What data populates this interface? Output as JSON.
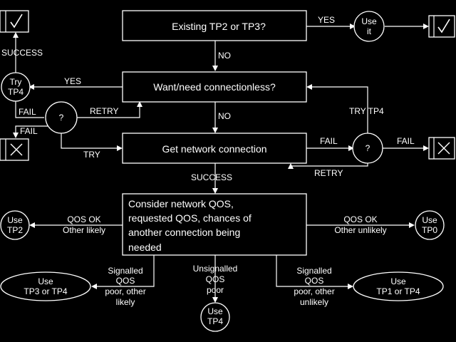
{
  "colors": {
    "background": "#000000",
    "foreground": "#ffffff"
  },
  "icons": {
    "success": "check-mark-icon",
    "failure": "x-mark-icon"
  },
  "nodes": {
    "existing_tp2_tp3": "Existing TP2 or TP3?",
    "want_connectionless": "Want/need connectionless?",
    "get_network_connection": "Get network connection",
    "consider_qos": [
      "Consider network QOS,",
      "requested QOS,  chances of",
      "another connection being",
      "needed"
    ],
    "use_it": [
      "Use",
      "it"
    ],
    "try_tp4": [
      "Try",
      "TP4"
    ],
    "retry_decision": "?",
    "fail_decision": "?",
    "use_tp2": [
      "Use",
      "TP2"
    ],
    "use_tp0": [
      "Use",
      "TP0"
    ],
    "use_tp3_or_tp4": [
      "Use",
      "TP3 or TP4"
    ],
    "use_tp4_bottom": [
      "Use",
      "TP4"
    ],
    "use_tp1_or_tp4": [
      "Use",
      "TP1 or TP4"
    ]
  },
  "labels": {
    "yes_top": "YES",
    "no_1": "NO",
    "yes_left": "YES",
    "no_2": "NO",
    "success_left": "SUCCESS",
    "fail_left": "FAIL",
    "retry_left": "RETRY",
    "fail_left_2": "FAIL",
    "try": "TRY",
    "try_tp4_right": "TRY TP4",
    "fail_right": "FAIL",
    "fail_right_2": "FAIL",
    "retry_right": "RETRY",
    "success_mid": "SUCCESS",
    "qos_ok_left": [
      "QOS  OK",
      "Other likely"
    ],
    "qos_ok_right": [
      "QOS  OK",
      "Other unlikely"
    ],
    "signalled_left": [
      "Signalled",
      "QOS",
      "poor, other",
      "likely"
    ],
    "unsignalled": [
      "Unsignalled",
      "QOS",
      "poor"
    ],
    "signalled_right": [
      "Signalled",
      "QOS",
      "poor,  other",
      "unlikely"
    ]
  }
}
